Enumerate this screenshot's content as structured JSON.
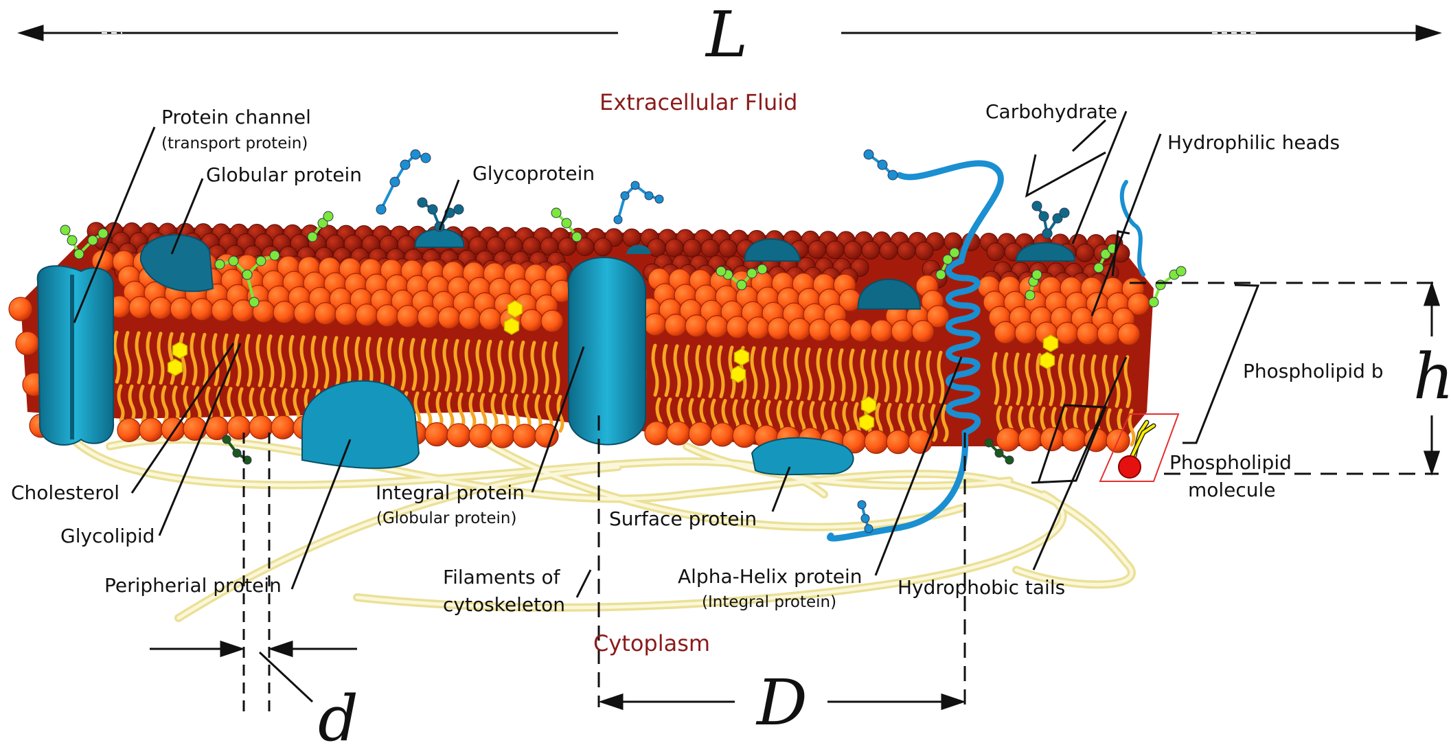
{
  "colors": {
    "zone_text": "#8b1a1a",
    "head_light": "#ff5a14",
    "head_dark": "#a51b0b",
    "tail": "#f5a623",
    "protein": "#1aa3c8",
    "protein_dark": "#0e6f8a",
    "glyco": "#7be83a",
    "cholesterol": "#ffee00",
    "filament": "#f6efb2",
    "selection": "#e23030"
  },
  "zones": {
    "extracellular": "Extracellular Fluid",
    "cytoplasm": "Cytoplasm"
  },
  "dimensions": {
    "L": "L",
    "h": "h",
    "D": "D",
    "d": "d"
  },
  "labels": {
    "protein_channel": "Protein channel",
    "protein_channel_sub": "(transport protein)",
    "globular_protein": "Globular protein",
    "glycoprotein": "Glycoprotein",
    "carbohydrate": "Carbohydrate",
    "hydrophilic_heads": "Hydrophilic heads",
    "phospholipid_b": "Phospholipid b",
    "phospholipid_molecule_1": "Phospholipid",
    "phospholipid_molecule_2": "molecule",
    "cholesterol": "Cholesterol",
    "glycolipid": "Glycolipid",
    "peripherial_protein": "Peripherial protein",
    "integral_protein": "Integral protein",
    "integral_protein_sub": "(Globular protein)",
    "surface_protein": "Surface protein",
    "filaments_1": "Filaments of",
    "filaments_2": "cytoskeleton",
    "alpha_helix": "Alpha-Helix protein",
    "alpha_helix_sub": "(Integral protein)",
    "hydrophobic_tails": "Hydrophobic tails"
  }
}
